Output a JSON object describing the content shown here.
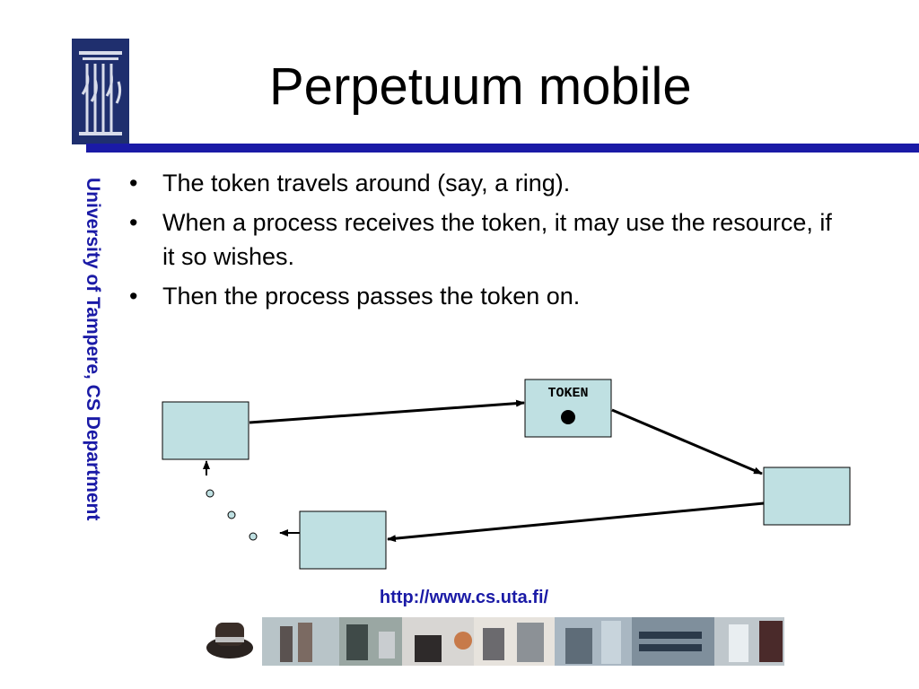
{
  "slide": {
    "title": "Perpetuum mobile",
    "side_label": "University of Tampere, CS Department",
    "url": "http://www.cs.uta.fi/",
    "bullets": [
      "The token travels around (say, a ring).",
      "When a process receives the token, it may use the resource, if it so wishes.",
      "Then the process passes the token on."
    ]
  },
  "diagram": {
    "token_label": "TOKEN",
    "node_fill": "#bfe0e2",
    "edge_color": "#000000",
    "waiting_dot_count": 3
  },
  "colors": {
    "accent_blue": "#1a1aa6",
    "logo_navy": "#1f2f6e"
  },
  "icons": {
    "logo": "university-logo-icon",
    "hat": "hat-icon"
  }
}
